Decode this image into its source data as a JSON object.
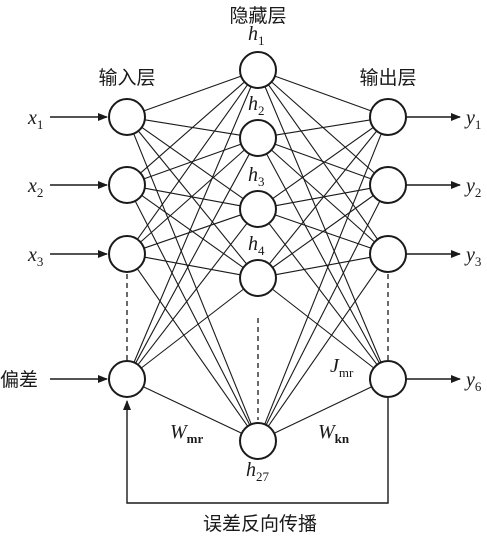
{
  "labels": {
    "hidden_layer": "隐藏层",
    "input_layer": "输入层",
    "output_layer": "输出层",
    "bias": "偏差",
    "backprop": "误差反向传播"
  },
  "inputs": [
    {
      "var": "x",
      "sub": "1"
    },
    {
      "var": "x",
      "sub": "2"
    },
    {
      "var": "x",
      "sub": "3"
    }
  ],
  "hidden": [
    {
      "var": "h",
      "sub": "1"
    },
    {
      "var": "h",
      "sub": "2"
    },
    {
      "var": "h",
      "sub": "3"
    },
    {
      "var": "h",
      "sub": "4"
    },
    {
      "var": "h",
      "sub": "27"
    }
  ],
  "outputs": [
    {
      "var": "y",
      "sub": "1"
    },
    {
      "var": "y",
      "sub": "2"
    },
    {
      "var": "y",
      "sub": "3"
    },
    {
      "var": "y",
      "sub": "6"
    }
  ],
  "weights": {
    "w_input": {
      "var": "W",
      "sub": "mr"
    },
    "w_output": {
      "var": "W",
      "sub": "kn"
    },
    "j": {
      "var": "J",
      "sub": "mr"
    }
  }
}
